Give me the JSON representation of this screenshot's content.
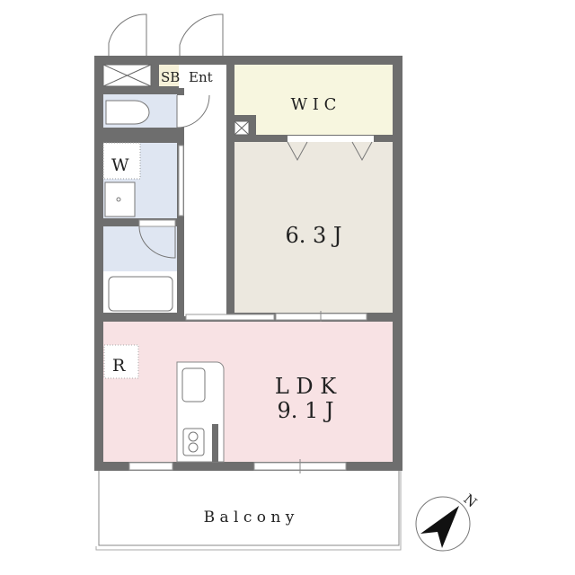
{
  "rooms": {
    "sb": "SB",
    "entrance": "Ent",
    "wic": "W I C",
    "bedroom": "6. 3 J",
    "washroom": "W",
    "ldk_name": "L D K",
    "ldk_size": "9. 1 J",
    "refrigerator": "R",
    "balcony": "B a l c o n y"
  },
  "compass": {
    "north": "N"
  },
  "colors": {
    "wall": "#6e6e6e",
    "wic": "#f7f6df",
    "bedroom": "#ece8df",
    "wet_area": "#dfe6f2",
    "ldk": "#f8e2e4"
  }
}
